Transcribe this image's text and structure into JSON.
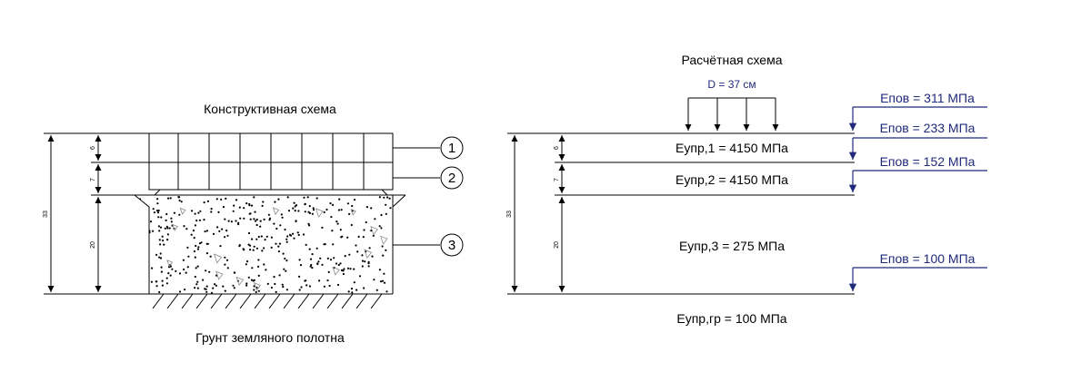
{
  "left": {
    "title": "Конструктивная схема",
    "dims": {
      "total": "33",
      "layer1": "6",
      "layer2": "7",
      "layer3": "20"
    },
    "markers": [
      "1",
      "2",
      "3"
    ],
    "ground_label": "Грунт земляного полотна"
  },
  "right": {
    "title": "Расчётная схема",
    "diameter": "D = 37 см",
    "dims": {
      "total": "33",
      "layer1": "6",
      "layer2": "7",
      "layer3": "20"
    },
    "layers": [
      "Еупр,1 = 4150 МПа",
      "Еупр,2 = 4150 МПа",
      "Еупр,3 = 275 МПа"
    ],
    "subgrade": "Еупр,гр = 100 МПа",
    "epov": [
      "Епов = 311 МПа",
      "Епов = 233 МПа",
      "Епов = 152 МПа",
      "Епов = 100 МПа"
    ]
  },
  "colors": {
    "line": "#000000",
    "annotation": "#1f2a7a"
  }
}
